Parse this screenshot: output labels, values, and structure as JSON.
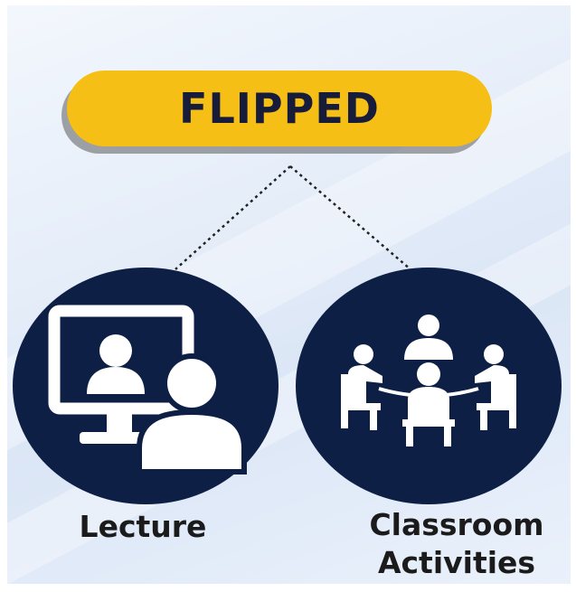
{
  "title": "FLIPPED",
  "branches": [
    {
      "label": "Lecture",
      "icon": "video-lecture-icon"
    },
    {
      "label_line1": "Classroom",
      "label_line2": "Activities",
      "icon": "classroom-group-icon"
    }
  ],
  "colors": {
    "pill": "#f5bf16",
    "circle": "#0d1f45",
    "text": "#1b1b1b"
  }
}
